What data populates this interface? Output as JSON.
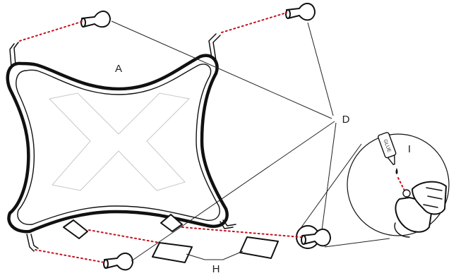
{
  "labels": {
    "tray": "A",
    "feet": "D",
    "pads": "H",
    "detail": "I",
    "glue": "GLUE"
  },
  "colors": {
    "line": "#111111",
    "guide_dots": "#c4121f",
    "faint": "#c8c8c8"
  }
}
